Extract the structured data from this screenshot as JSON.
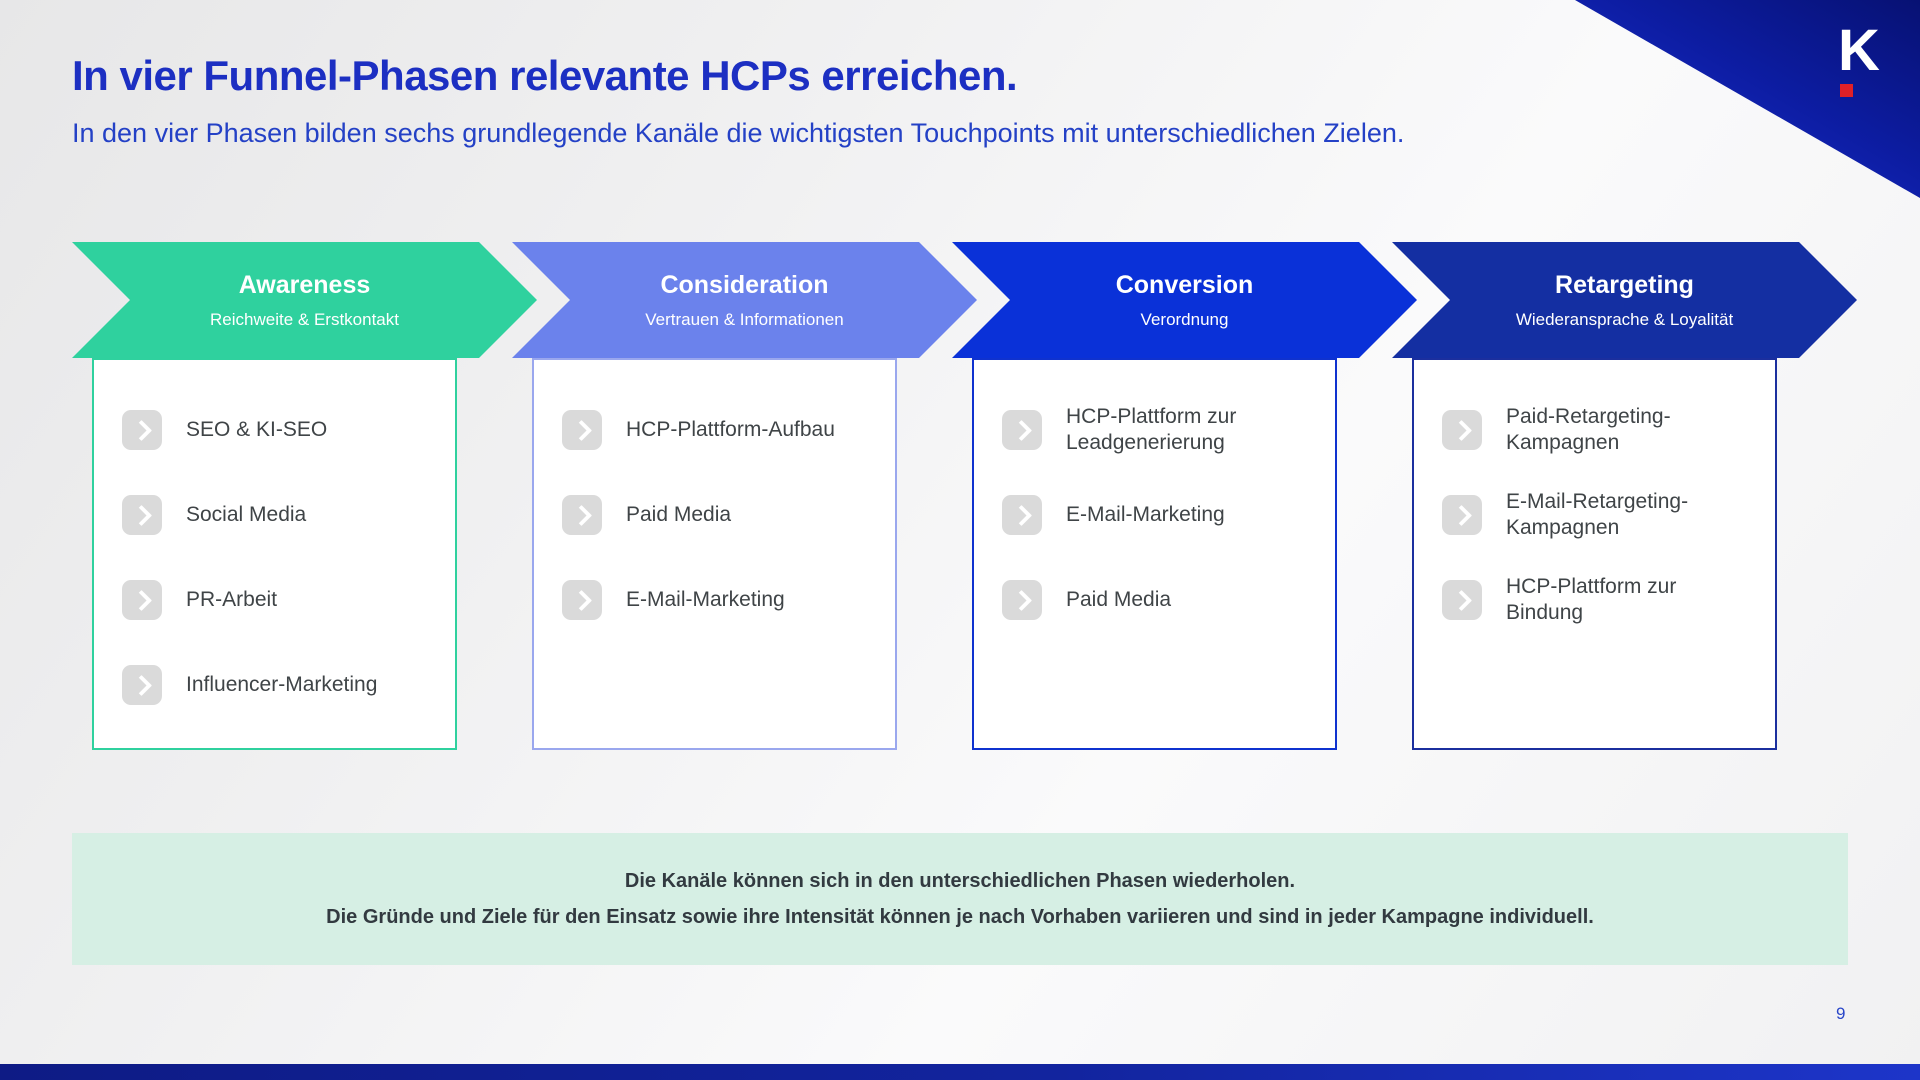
{
  "slide": {
    "page_number": "9"
  },
  "logo": {
    "letter": "K",
    "accent_color": "#e02027",
    "triangle_color": "#0d1da4"
  },
  "header": {
    "title": "In vier Funnel-Phasen relevante HCPs erreichen.",
    "subtitle": "In den vier Phasen bilden sechs grundlegende Kanäle die wichtigsten Touchpoints mit unterschiedlichen Zielen.",
    "title_color": "#1c2fc2"
  },
  "phases": [
    {
      "title": "Awareness",
      "subtitle": "Reichweite & Erstkontakt",
      "color": "#2fd19e",
      "border_color": "#2fd19e",
      "items": [
        "SEO & KI-SEO",
        "Social Media",
        "PR-Arbeit",
        "Influencer-Marketing"
      ]
    },
    {
      "title": "Consideration",
      "subtitle": "Vertrauen & Informationen",
      "color": "#6b82ec",
      "border_color": "#9aa7ee",
      "items": [
        "HCP-Plattform-Aufbau",
        "Paid Media",
        "E-Mail-Marketing"
      ]
    },
    {
      "title": "Conversion",
      "subtitle": "Verordnung",
      "color": "#0a31d8",
      "border_color": "#0f32cf",
      "items": [
        "HCP-Plattform zur Leadgenerierung",
        "E-Mail-Marketing",
        "Paid Media"
      ]
    },
    {
      "title": "Retargeting",
      "subtitle": "Wiederansprache & Loyalität",
      "color": "#142fa2",
      "border_color": "#1b2f9e",
      "items": [
        "Paid-Retargeting-Kampagnen",
        "E-Mail-Retargeting-Kampagnen",
        "HCP-Plattform zur Bindung"
      ]
    }
  ],
  "note": {
    "line1": "Die Kanäle können sich in den unterschiedlichen Phasen wiederholen.",
    "line2": "Die Gründe und Ziele für den Einsatz sowie ihre Intensität können je nach Vorhaben variieren und sind in jeder Kampagne individuell.",
    "background_color": "#d6efe4"
  },
  "icons": {
    "item_bullet": "chevron-right-icon"
  }
}
